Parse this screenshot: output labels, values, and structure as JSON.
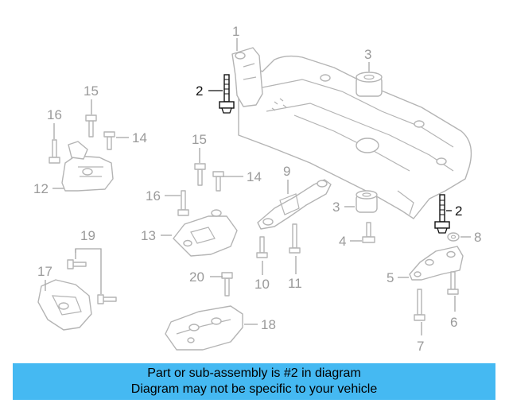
{
  "diagram": {
    "callouts": {
      "c1": "1",
      "c2a": "2",
      "c2b": "2",
      "c3a": "3",
      "c3b": "3",
      "c4": "4",
      "c5": "5",
      "c6": "6",
      "c7": "7",
      "c8": "8",
      "c9": "9",
      "c10": "10",
      "c11": "11",
      "c12": "12",
      "c13": "13",
      "c14a": "14",
      "c14b": "14",
      "c15a": "15",
      "c15b": "15",
      "c16a": "16",
      "c16b": "16",
      "c17": "17",
      "c18": "18",
      "c19": "19",
      "c20": "20"
    },
    "highlighted_part": "2",
    "colors": {
      "highlight": "#111111",
      "linework": "#b4b4b4",
      "banner": "#45b9f2"
    }
  },
  "banner": {
    "line1": "Part or sub-assembly is #2 in diagram",
    "line2": "Diagram may not be specific to your vehicle"
  }
}
